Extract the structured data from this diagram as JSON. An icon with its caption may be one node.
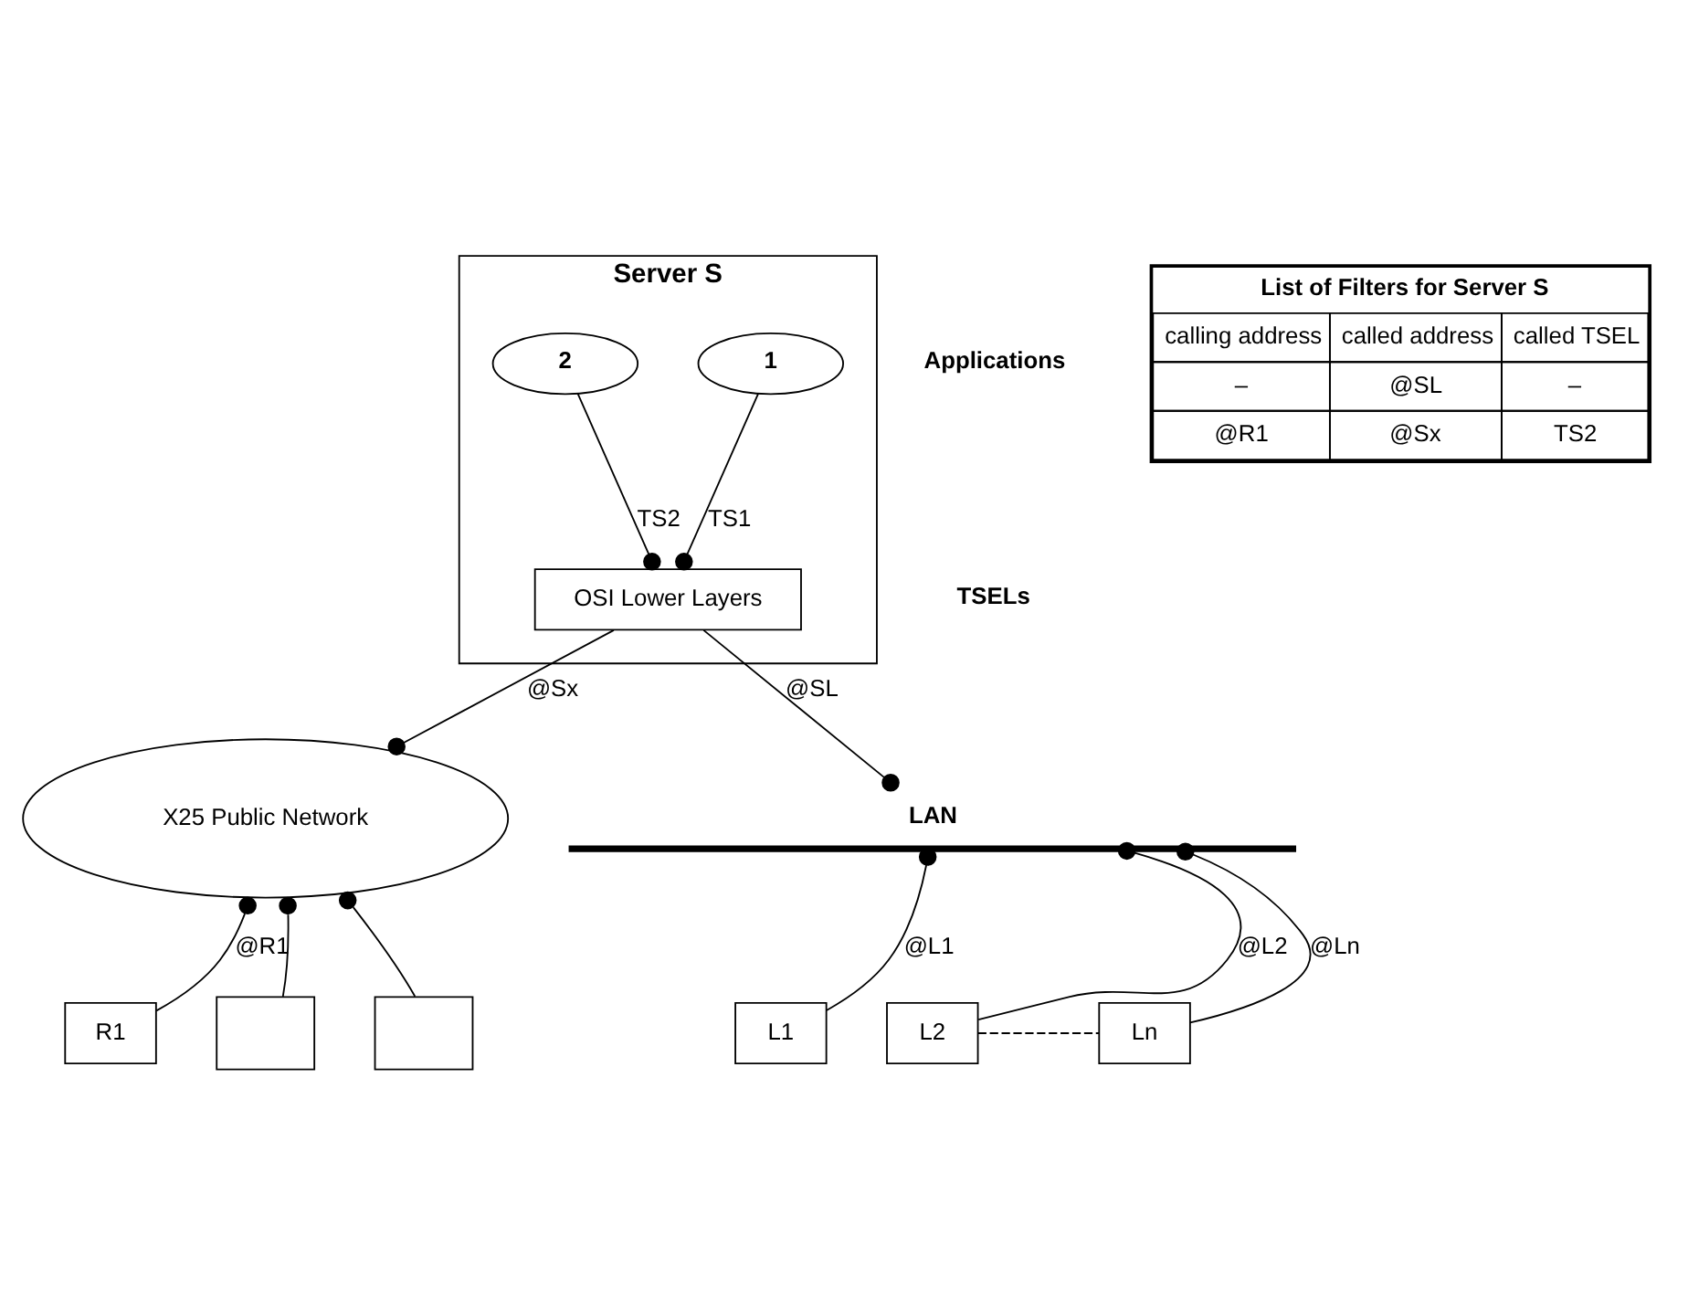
{
  "diagram": {
    "nodes": [
      {
        "text": [
          "Server S"
        ]
      },
      {
        "text": [
          "1"
        ],
        "in": 0
      },
      {
        "text": [
          "2"
        ],
        "in": 0
      },
      {
        "text": [
          "OSI Lower Layers"
        ],
        "in": 0
      },
      {
        "text": [
          "X25 Public Network"
        ]
      },
      {
        "text": [
          "LAN"
        ]
      },
      {
        "text": [
          "L1"
        ]
      },
      {
        "text": [
          "L2"
        ]
      },
      {
        "text": [
          "Ln"
        ]
      },
      {
        "text": [
          "R1"
        ]
      },
      {
        "text": [],
        "shape": "box"
      },
      {
        "text": [],
        "shape": "box"
      }
    ],
    "edges": [
      {
        "from": 1,
        "to": 3,
        "arrow": "other",
        "label": "TS1"
      },
      {
        "from": 2,
        "to": 3,
        "arrow": "other",
        "label": "TS2"
      },
      {
        "from": 3,
        "to": 4,
        "arrow": "other",
        "label": "@Sx"
      },
      {
        "from": 3,
        "to": 5,
        "arrow": "other",
        "label": "@SL"
      },
      {
        "from": 6,
        "to": 5,
        "arrow": "other",
        "label": "@L1"
      },
      {
        "from": 7,
        "to": 5,
        "arrow": "other",
        "label": "@L2"
      },
      {
        "from": 8,
        "to": 5,
        "arrow": "other",
        "label": "@Ln"
      },
      {
        "from": 9,
        "to": 4,
        "arrow": "other",
        "label": "@R1"
      },
      {
        "from": 10,
        "to": 4,
        "arrow": "other"
      },
      {
        "from": 11,
        "to": 4,
        "arrow": "other"
      },
      {
        "from": 7,
        "to": 8,
        "arrow": "none",
        "style": "dashed"
      }
    ],
    "labels": [
      "Applications",
      "TSELs",
      "List of Filters for Server S",
      "calling address",
      "called address",
      "called TSEL",
      "–",
      "@SL",
      "–",
      "@R1",
      "@Sx",
      "TS2"
    ]
  }
}
